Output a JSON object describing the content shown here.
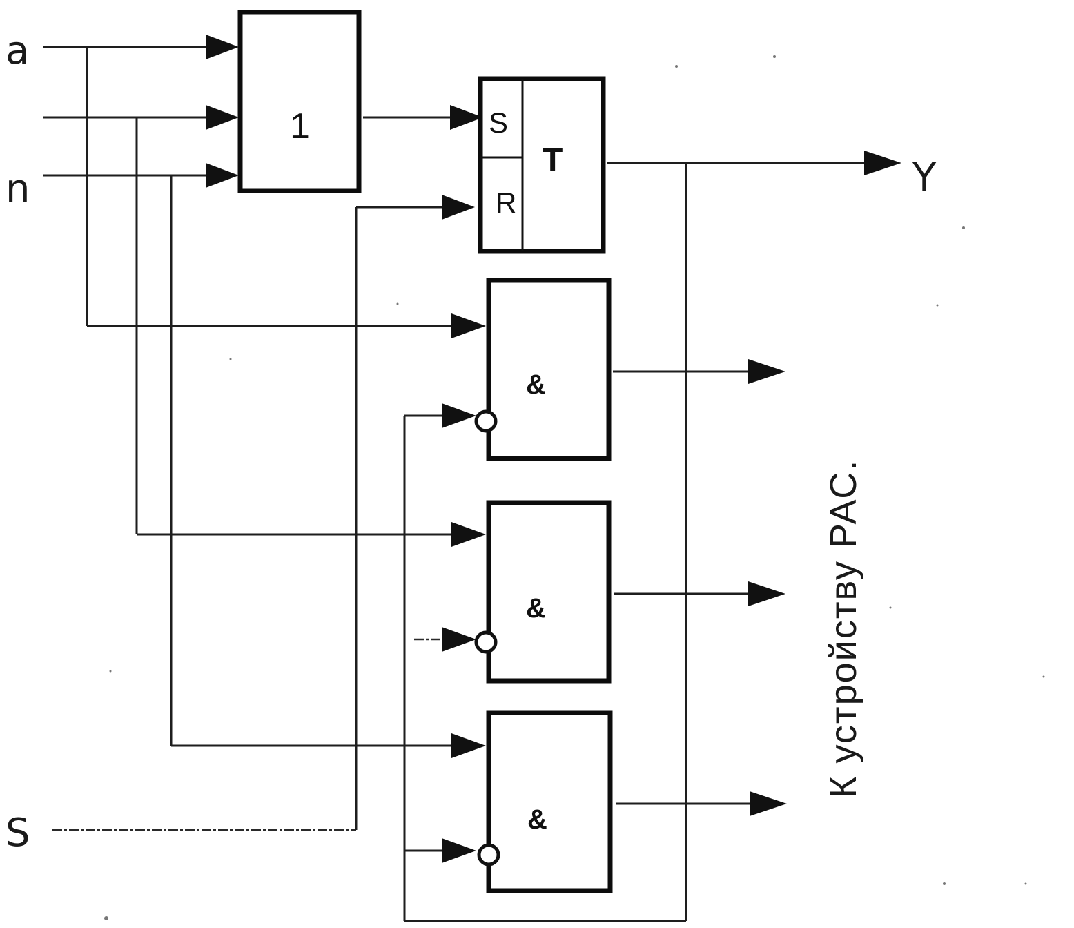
{
  "inputs": {
    "a": "a",
    "n": "n",
    "s": "S"
  },
  "output": {
    "y": "Y"
  },
  "blocks": {
    "or_gate": {
      "label": "1"
    },
    "trigger": {
      "label": "T",
      "set_port": "S",
      "reset_port": "R"
    },
    "and_gates": [
      {
        "label": "&"
      },
      {
        "label": "&"
      },
      {
        "label": "&"
      }
    ]
  },
  "destination": {
    "label": "К устройству РАС."
  }
}
